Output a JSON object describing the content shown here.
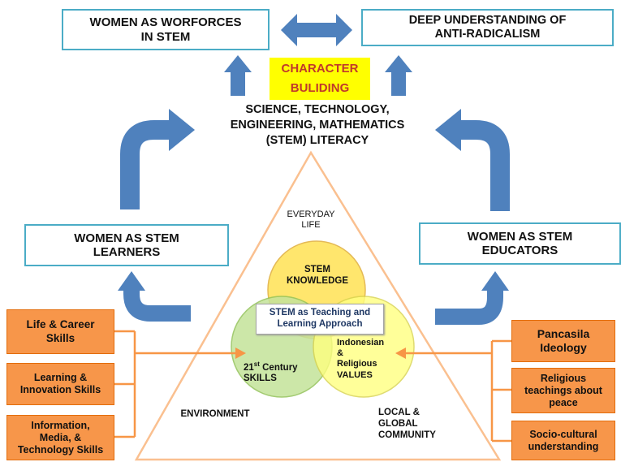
{
  "top_left_box": "WOMEN AS WORFORCES\nIN STEM",
  "top_right_box": "DEEP UNDERSTANDING OF\nANTI-RADICALISM",
  "character_building": "CHARACTER\nBULIDING",
  "stem_literacy": "SCIENCE, TECHNOLOGY,\nENGINEERING, MATHEMATICS\n(STEM) LITERACY",
  "learners_box": "WOMEN AS STEM\nLEARNERS",
  "educators_box": "WOMEN AS STEM\nEDUCATORS",
  "triangle": {
    "top": "EVERYDAY\nLIFE",
    "left": "ENVIRONMENT",
    "right": "LOCAL &\nGLOBAL\nCOMMUNITY"
  },
  "venn": {
    "top": "STEM\nKNOWLEDGE",
    "left_prefix": "21",
    "left_sup": "st",
    "left_rest": " Century",
    "left_line2": "SKILLS",
    "right": "Indonesian\n&\nReligious\nVALUES",
    "center_banner": "STEM as Teaching and\nLearning Approach"
  },
  "left_boxes": [
    "Life & Career\nSkills",
    "Learning &\nInnovation Skills",
    "Information,\nMedia, &\nTechnology Skills"
  ],
  "right_boxes": [
    "Pancasila\nIdeology",
    "Religious\nteachings about\npeace",
    "Socio-cultural\nunderstanding"
  ],
  "colors": {
    "box_border": "#4bacc6",
    "arrow_blue": "#4f81bd",
    "orange_fill": "#f7964a",
    "orange_line": "#f79646",
    "yellow_highlight": "#ffff00",
    "triangle_outline": "#fac090",
    "venn_top": "#ffe566",
    "venn_left": "#c4e39a",
    "venn_right": "#ffff80"
  }
}
